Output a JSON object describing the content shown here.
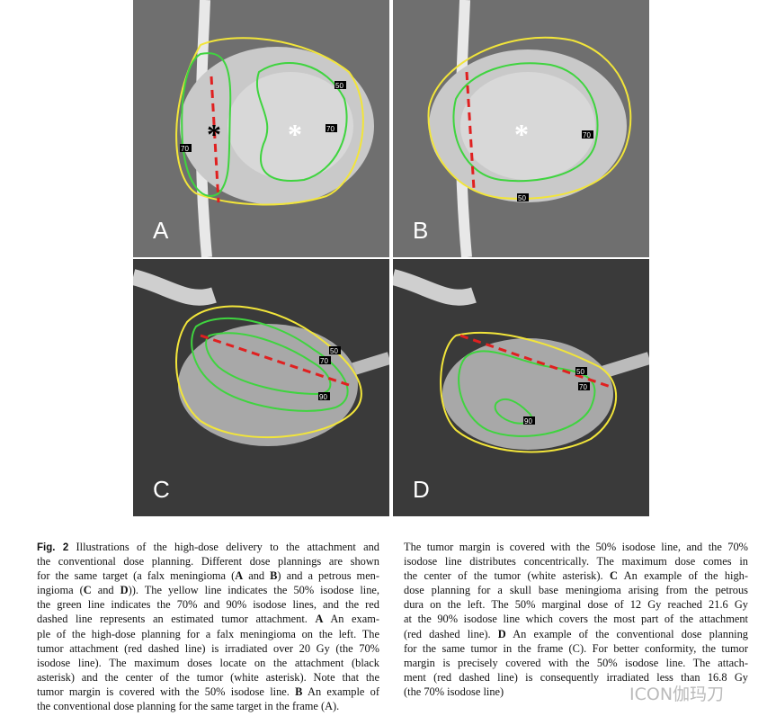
{
  "figure": {
    "panels": [
      {
        "label": "A",
        "iso_labels": [
          "50",
          "70",
          "70"
        ]
      },
      {
        "label": "B",
        "iso_labels": [
          "70",
          "50"
        ]
      },
      {
        "label": "C",
        "iso_labels": [
          "50",
          "70",
          "90"
        ]
      },
      {
        "label": "D",
        "iso_labels": [
          "50",
          "70",
          "90"
        ]
      }
    ],
    "colors": {
      "iso50": "#f2e53a",
      "iso70": "#3fd43f",
      "attachment": "#e02020"
    }
  },
  "caption": {
    "fig_label": "Fig. 2",
    "left_lines": [
      [
        {
          "t": " Illustrations of the high-dose delivery to the attachment and"
        }
      ],
      [
        {
          "t": "the conventional dose planning. Different dose plannings are shown"
        }
      ],
      [
        {
          "t": "for the same target (a falx meningioma ("
        },
        {
          "t": "A",
          "b": 1
        },
        {
          "t": " and "
        },
        {
          "t": "B",
          "b": 1
        },
        {
          "t": ") and a petrous men-"
        }
      ],
      [
        {
          "t": "ingioma ("
        },
        {
          "t": "C",
          "b": 1
        },
        {
          "t": " and "
        },
        {
          "t": "D",
          "b": 1
        },
        {
          "t": ")). The yellow line indicates the 50% isodose line,"
        }
      ],
      [
        {
          "t": "the green line indicates the 70% and 90% isodose lines, and the red"
        }
      ],
      [
        {
          "t": "dashed line represents an estimated tumor attachment. "
        },
        {
          "t": "A",
          "b": 1
        },
        {
          "t": " An exam-"
        }
      ],
      [
        {
          "t": "ple of the high-dose planning for a falx meningioma on the left. The"
        }
      ],
      [
        {
          "t": "tumor attachment (red dashed line) is irradiated over 20 Gy (the 70%"
        }
      ],
      [
        {
          "t": "isodose line). The maximum doses locate on the attachment (black"
        }
      ],
      [
        {
          "t": "asterisk) and the center of the tumor (white asterisk). Note that the"
        }
      ],
      [
        {
          "t": "tumor margin is covered with the 50% isodose line. "
        },
        {
          "t": "B",
          "b": 1
        },
        {
          "t": " An example of"
        }
      ],
      [
        {
          "t": "the conventional dose planning for the same target in the frame (A)."
        }
      ]
    ],
    "right_lines": [
      [
        {
          "t": "The tumor margin is covered with the 50% isodose line, and the 70%"
        }
      ],
      [
        {
          "t": "isodose line distributes concentrically. The maximum dose comes in"
        }
      ],
      [
        {
          "t": "the center of the tumor (white asterisk). "
        },
        {
          "t": "C",
          "b": 1
        },
        {
          "t": " An example of the high-"
        }
      ],
      [
        {
          "t": "dose planning for a skull base meningioma arising from the petrous"
        }
      ],
      [
        {
          "t": "dura on the left. The 50% marginal dose of 12 Gy reached 21.6 Gy"
        }
      ],
      [
        {
          "t": "at the 90% isodose line which covers the most part of the attachment"
        }
      ],
      [
        {
          "t": "(red dashed line). "
        },
        {
          "t": "D",
          "b": 1
        },
        {
          "t": " An example of the conventional dose planning"
        }
      ],
      [
        {
          "t": "for the same tumor in the frame (C). For better conformity, the tumor"
        }
      ],
      [
        {
          "t": "margin is precisely covered with the 50% isodose line. The attach-"
        }
      ],
      [
        {
          "t": "ment (red dashed line) is consequently irradiated less than 16.8 Gy"
        }
      ],
      [
        {
          "t": "(the 70% isodose line)"
        }
      ]
    ]
  },
  "watermark": "ICON伽玛刀"
}
